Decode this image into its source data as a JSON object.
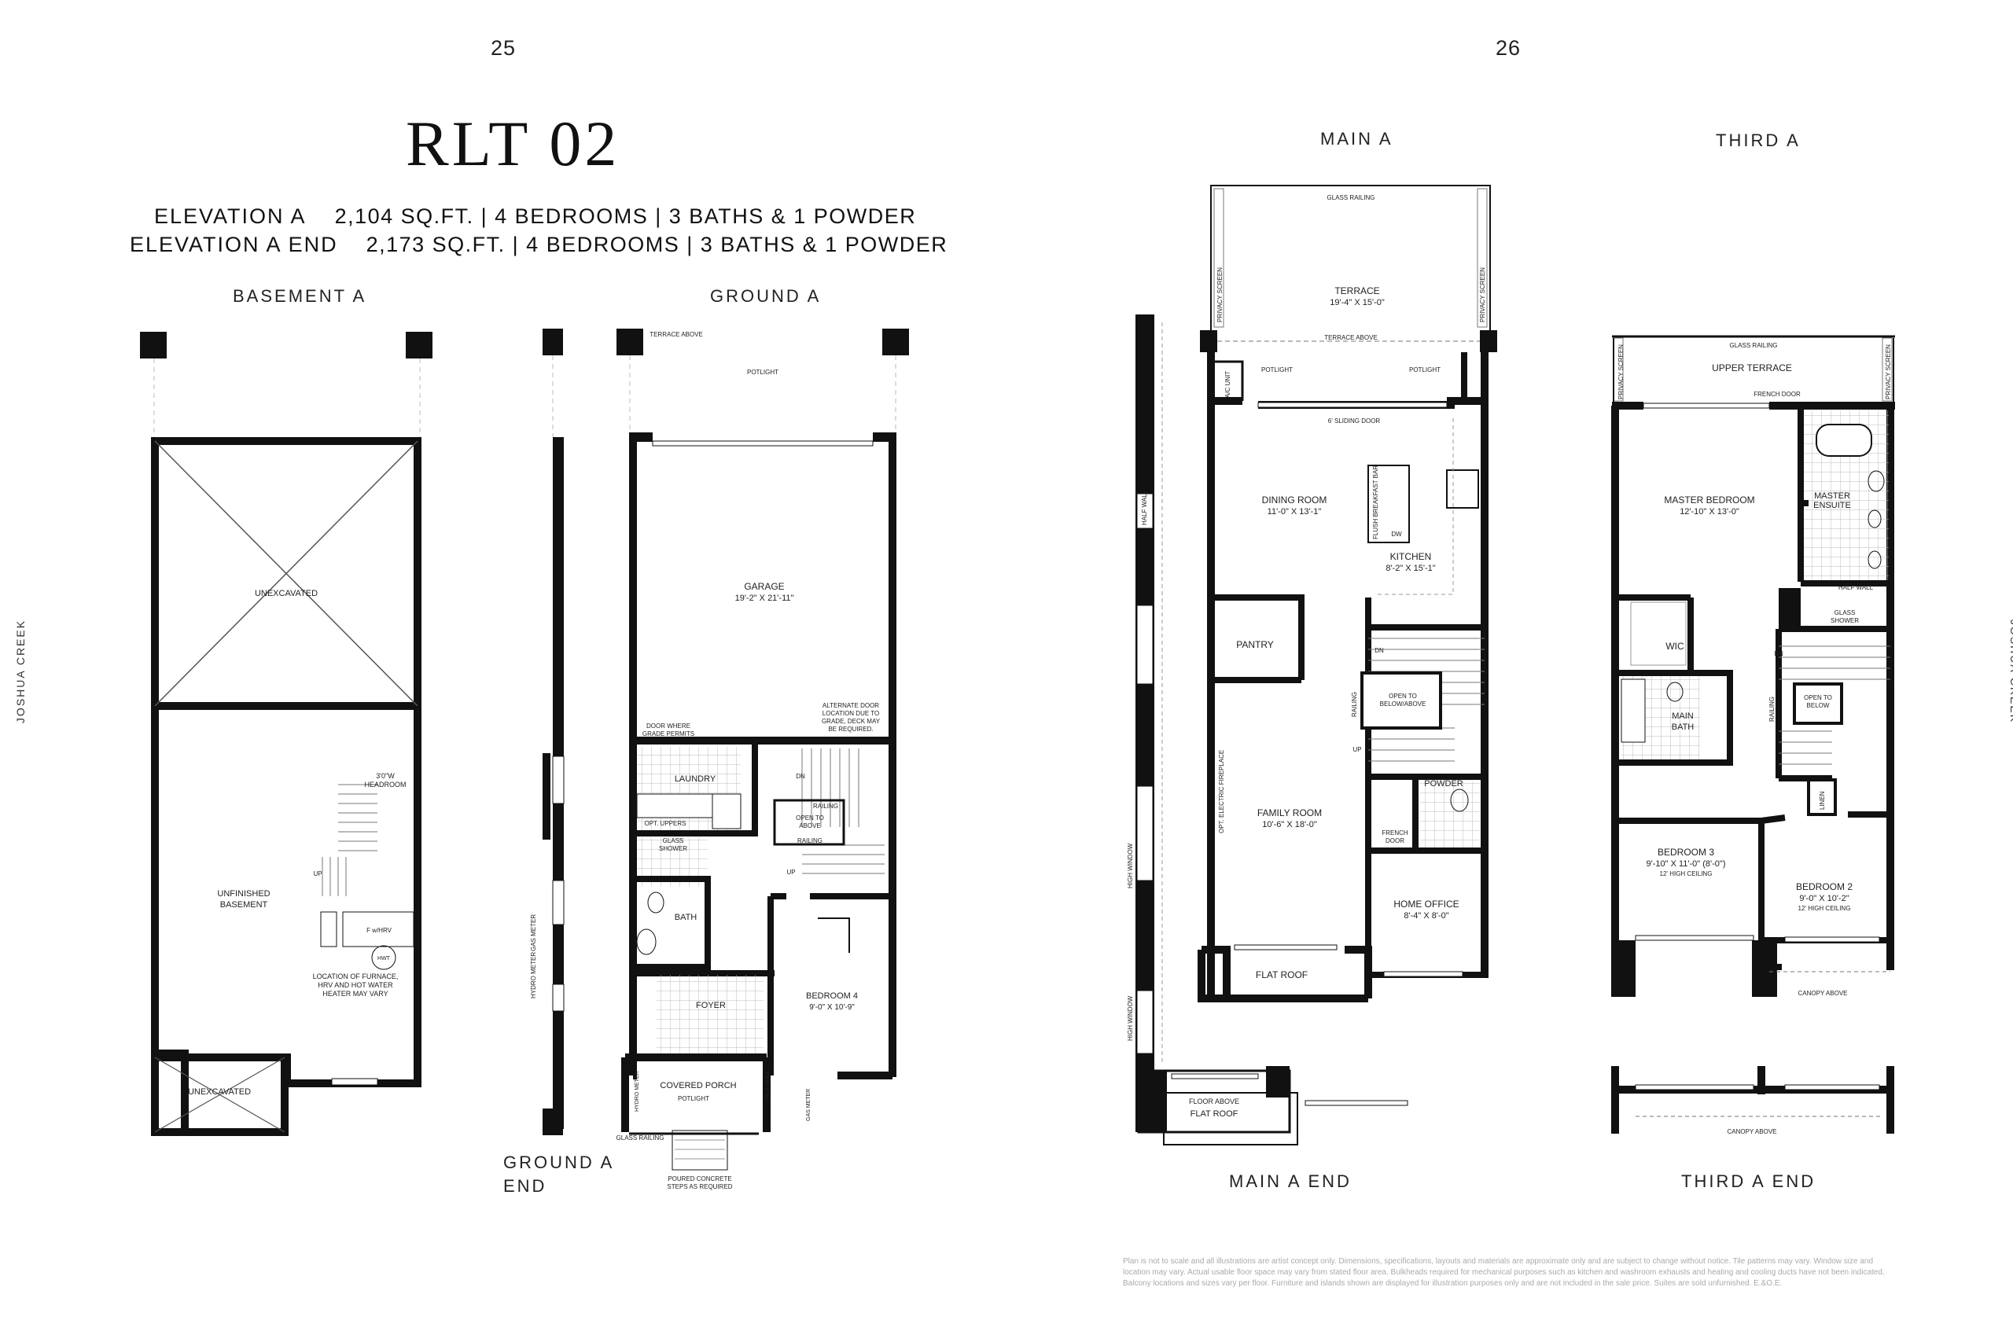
{
  "page_numbers": {
    "left": "25",
    "right": "26"
  },
  "model_title": "RLT 02",
  "elevations": [
    {
      "name": "ELEVATION A",
      "details": "2,104 SQ.FT.  |  4 BEDROOMS  |  3 BATHS & 1 POWDER"
    },
    {
      "name": "ELEVATION A END",
      "details": "2,173 SQ.FT.  |  4 BEDROOMS  |  3 BATHS & 1 POWDER"
    }
  ],
  "levels": {
    "basement": "BASEMENT A",
    "ground": "GROUND A",
    "ground_end_1": "GROUND A",
    "ground_end_2": "END",
    "main": "MAIN A",
    "main_end": "MAIN A END",
    "third": "THIRD A",
    "third_end": "THIRD A END"
  },
  "community": "JOSHUA CREEK",
  "rooms": {
    "unexcavated": "UNEXCAVATED",
    "unfinished_basement": [
      "UNFINISHED",
      "BASEMENT"
    ],
    "headroom": [
      "3'0\"W",
      "HEADROOM"
    ],
    "furnace_note": [
      "LOCATION OF FURNACE,",
      "HRV AND HOT WATER",
      "HEATER MAY VARY"
    ],
    "f_hrv": "F w/HRV",
    "hwt": "HWT",
    "terrace_above": "TERRACE ABOVE",
    "potlight": "POTLIGHT",
    "garage": [
      "GARAGE",
      "19'-2\" X 21'-11\""
    ],
    "door_grade": [
      "DOOR WHERE",
      "GRADE PERMITS"
    ],
    "alt_door": [
      "ALTERNATE DOOR",
      "LOCATION DUE TO",
      "GRADE, DECK MAY",
      "BE REQUIRED."
    ],
    "laundry": "LAUNDRY",
    "opt_uppers": "OPT. UPPERS",
    "dn": "DN",
    "up": "UP",
    "railing": "RAILING",
    "open_above": [
      "OPEN TO",
      "ABOVE"
    ],
    "glass_shower": [
      "GLASS",
      "SHOWER"
    ],
    "bath": "BATH",
    "foyer": "FOYER",
    "bedroom4": [
      "BEDROOM 4",
      "9'-0\" X 10'-9\""
    ],
    "covered_porch": "COVERED PORCH",
    "glass_railing": "GLASS RAILING",
    "poured_steps": [
      "POURED CONCRETE",
      "STEPS AS REQUIRED"
    ],
    "hydro_meter": "HYDRO METER",
    "gas_meter": "GAS METER",
    "half_wall": "HALF WALL",
    "terrace": [
      "TERRACE",
      "19'-4\" X 15'-0\""
    ],
    "privacy_screen": "PRIVACY SCREEN",
    "ac_unit": "A/C UNIT",
    "sliding_door": "6' SLIDING DOOR",
    "dining_room": [
      "DINING ROOM",
      "11'-0\" X 13'-1\""
    ],
    "kitchen": [
      "KITCHEN",
      "8'-2\" X 15'-1\""
    ],
    "flush_bar": "FLUSH BREAKFAST BAR",
    "dw": "DW",
    "pantry": "PANTRY",
    "open_below_above": [
      "OPEN TO",
      "BELOW/ABOVE"
    ],
    "family_room": [
      "FAMILY ROOM",
      "10'-6\" X 18'-0\""
    ],
    "opt_fireplace": "OPT. ELECTRIC FIREPLACE",
    "powder": "POWDER",
    "french_door": [
      "FRENCH",
      "DOOR"
    ],
    "home_office": [
      "HOME OFFICE",
      "8'-4\" X 8'-0\""
    ],
    "flat_roof": "FLAT ROOF",
    "high_window": "HIGH WINDOW",
    "floor_above": "FLOOR ABOVE",
    "upper_terrace": "UPPER TERRACE",
    "french_door_one": "FRENCH DOOR",
    "master_bedroom": [
      "MASTER BEDROOM",
      "12'-10\" X 13'-0\""
    ],
    "master_ensuite": [
      "MASTER",
      "ENSUITE"
    ],
    "half_wall_2": "HALF WALL",
    "wic": "WIC",
    "main_bath": [
      "MAIN",
      "BATH"
    ],
    "open_below": [
      "OPEN TO",
      "BELOW"
    ],
    "linen": "LINEN",
    "bedroom3": [
      "BEDROOM 3",
      "9'-10\" X 11'-0\" (8'-0\")",
      "12' HIGH CEILING"
    ],
    "bedroom2": [
      "BEDROOM 2",
      "9'-0\" X 10'-2\"",
      "12' HIGH CEILING"
    ],
    "canopy_above": "CANOPY ABOVE"
  },
  "disclaimer": "Plan is not to scale and all illustrations are artist concept only. Dimensions, specifications, layouts and materials are approximate only and are subject to change without notice. Tile patterns may vary. Window size and location may vary. Actual usable floor space may vary from stated floor area. Bulkheads required for mechanical purposes such as kitchen and washroom exhausts and heating and cooling ducts have not been indicated. Balcony locations and sizes vary per floor. Furniture and islands shown are displayed for illustration purposes only and are not included in the sale price. Suites are sold unfurnished. E.&O.E."
}
